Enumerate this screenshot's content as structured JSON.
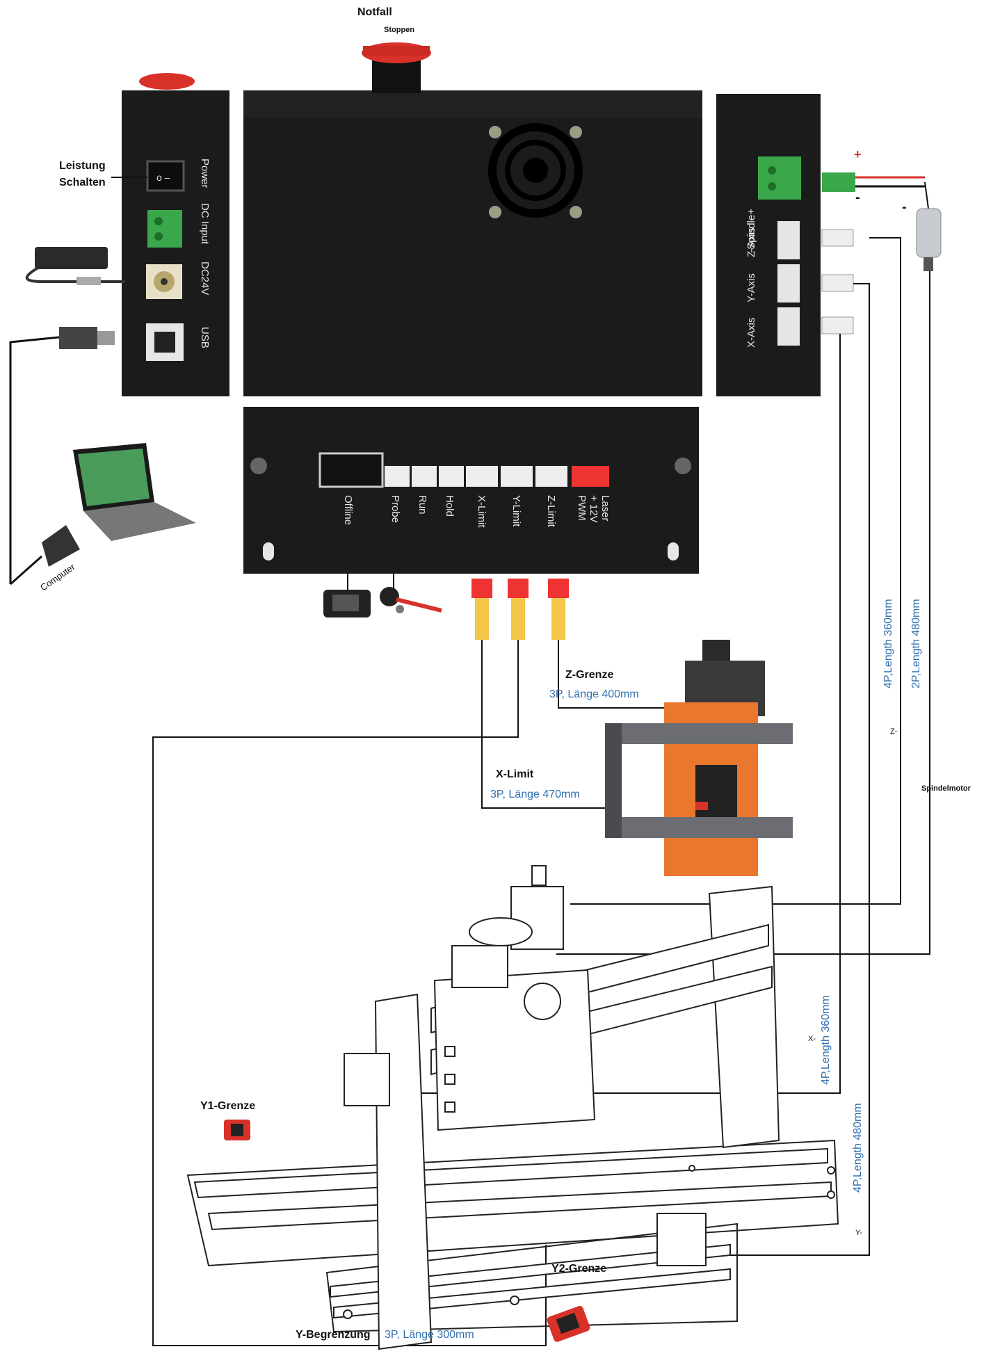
{
  "emergency": {
    "title": "Notfall",
    "subtitle": "Stoppen"
  },
  "left_panel": {
    "switch_label_1": "Leistung",
    "switch_label_2": "Schalten",
    "power": "Power",
    "dc_input": "DC Input",
    "dc24v": "DC24V",
    "usb": "USB"
  },
  "computer_label": "Computer",
  "right_panel": {
    "spindle": "-Spindle+",
    "z_axis": "Z-Axis",
    "y_axis": "Y-Axis",
    "x_axis": "X-Axis",
    "plus": "+",
    "minus": "-"
  },
  "bottom_panel": {
    "offline": "Offline",
    "probe": "Probe",
    "run": "Run",
    "hold": "Hold",
    "x_limit": "X-Limit",
    "y_limit": "Y-Limit",
    "z_limit": "Z-Limit",
    "laser": "Laser",
    "laser_v": "+ 12V",
    "laser_pwm": "PWM"
  },
  "labels": {
    "z_grenze": "Z-Grenze",
    "z_grenze_spec": "3P,  Länge  400mm",
    "x_limit": "X-Limit",
    "x_limit_spec": "3P,  Länge  470mm",
    "y1_grenze": "Y1-Grenze",
    "y2_grenze": "Y2-Grenze",
    "y_begrenzung": "Y-Begrenzung",
    "y_begrenzung_spec": "3P,  Länge  300mm",
    "z_minus": "Z-",
    "x_minus": "X-",
    "y_minus": "Y-",
    "spindelmotor": "Spindelmotor",
    "cable_z": "4P,Length 360mm",
    "cable_spindle": "2P,Length 480mm",
    "cable_x": "4P,Length 360mm",
    "cable_y": "4P,Length 480mm"
  },
  "colors": {
    "panel": "#1b1b1b",
    "orange": "#e9782e",
    "red": "#d7312a",
    "cable_blue": "#2f6fb0"
  }
}
